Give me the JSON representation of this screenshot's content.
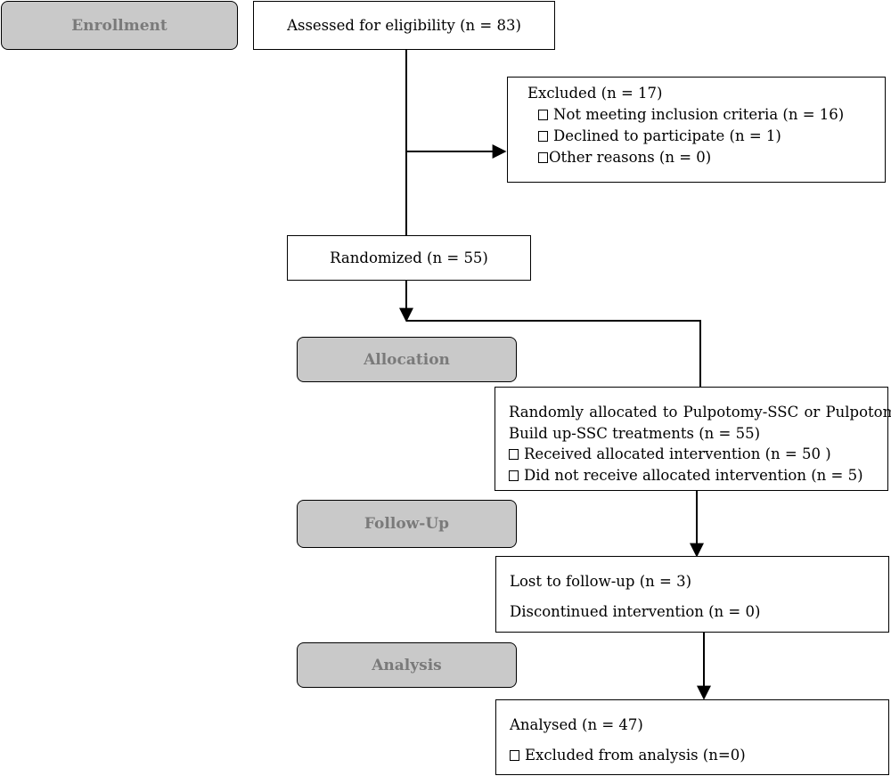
{
  "stages": {
    "enrollment": "Enrollment",
    "allocation": "Allocation",
    "follow_up": "Follow-Up",
    "analysis": "Analysis"
  },
  "assessed": "Assessed for eligibility (n = 83)",
  "excluded": {
    "title": "Excluded (n = 17)",
    "items": [
      "Not meeting inclusion criteria (n = 16)",
      "Declined to participate (n = 1)",
      "Other reasons (n = 0)"
    ]
  },
  "randomized": "Randomized (n = 55)",
  "allocated": {
    "line1": "Randomly allocated to Pulpotomy-SSC or Pulpotomy-GI",
    "line2": "Build up-SSC treatments (n = 55)",
    "items": [
      "Received allocated intervention (n = 50 )",
      "Did not receive allocated intervention (n = 5)"
    ]
  },
  "followup": {
    "lost": "Lost to follow-up (n = 3)",
    "discontinued": "Discontinued intervention (n = 0)"
  },
  "analysed": {
    "title": "Analysed (n = 47)",
    "items": [
      "Excluded from analysis (n=0)"
    ]
  }
}
